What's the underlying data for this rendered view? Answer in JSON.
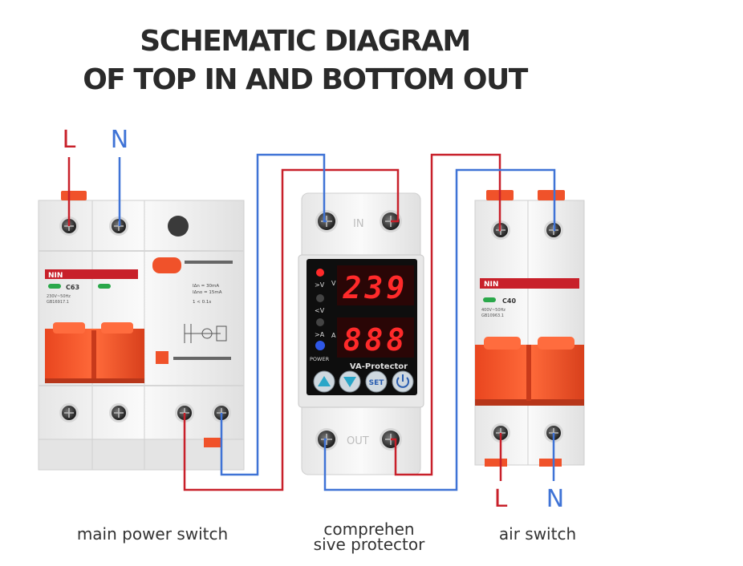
{
  "title": {
    "line1": "SCHEMATIC DIAGRAM",
    "line2": "OF TOP IN AND BOTTOM OUT"
  },
  "colors": {
    "live": "#c8202a",
    "neutral": "#3f73d6",
    "orange": "#f0522a",
    "title": "#2a2a2a",
    "display": "#ff2a2a"
  },
  "inputs": {
    "live": "L",
    "neutral": "N"
  },
  "outputs": {
    "live": "L",
    "neutral": "N"
  },
  "main_switch": {
    "brand": "NIN",
    "rating": "C63",
    "spec1": "230V~50Hz",
    "spec2": "GB16917.1",
    "rcd1": "IΔn = 30mA",
    "rcd2": "IΔno = 15mA",
    "rcd3": "1 < 0.1s"
  },
  "protector": {
    "name": "VA-Protector",
    "voltage_display": "239",
    "current_display": "888",
    "label_v": "V",
    "label_a": "A",
    "ind_over_v": ">V",
    "ind_under_v": "<V",
    "ind_over_a": ">A",
    "power_label": "POWER",
    "in_label": "IN",
    "out_label": "OUT",
    "set_label": "SET"
  },
  "air_switch": {
    "brand": "NIN",
    "rating": "C40",
    "spec1": "400V~50Hz",
    "spec2": "GB10963.1"
  },
  "captions": {
    "main": "main power switch",
    "protector_l1": "comprehen",
    "protector_l2": "sive protector",
    "air": "air switch"
  }
}
